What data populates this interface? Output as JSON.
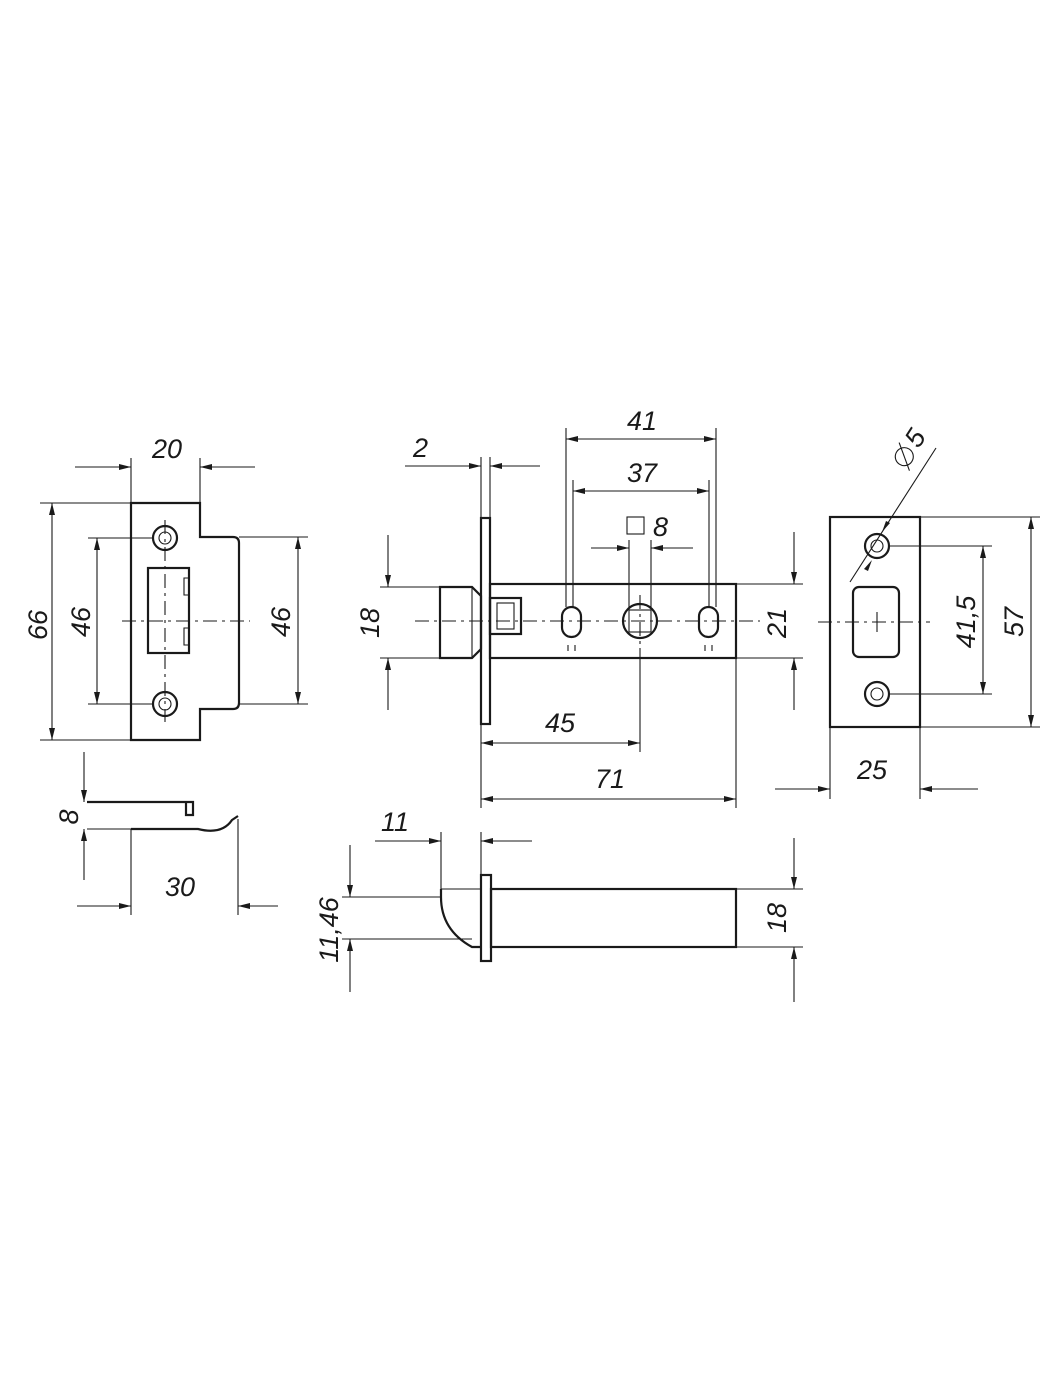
{
  "drawing": {
    "strike_plate": {
      "width": "20",
      "height": "66",
      "holes_left": "46",
      "holes_right": "46"
    },
    "strike_side": {
      "depth": "8",
      "length": "30"
    },
    "latch_side": {
      "faceplate": "2",
      "outer_holes": "41",
      "inner_holes": "37",
      "spindle": "8",
      "bolt": "18",
      "body": "21",
      "backset": "45",
      "total": "71"
    },
    "latch_top": {
      "offset": "11",
      "throw": "11,46",
      "height": "18"
    },
    "faceplate": {
      "hole_diameter": "5",
      "holes": "41,5",
      "height": "57",
      "width": "25"
    },
    "colors": {
      "line": "#1a1a1a",
      "background": "#ffffff"
    }
  }
}
